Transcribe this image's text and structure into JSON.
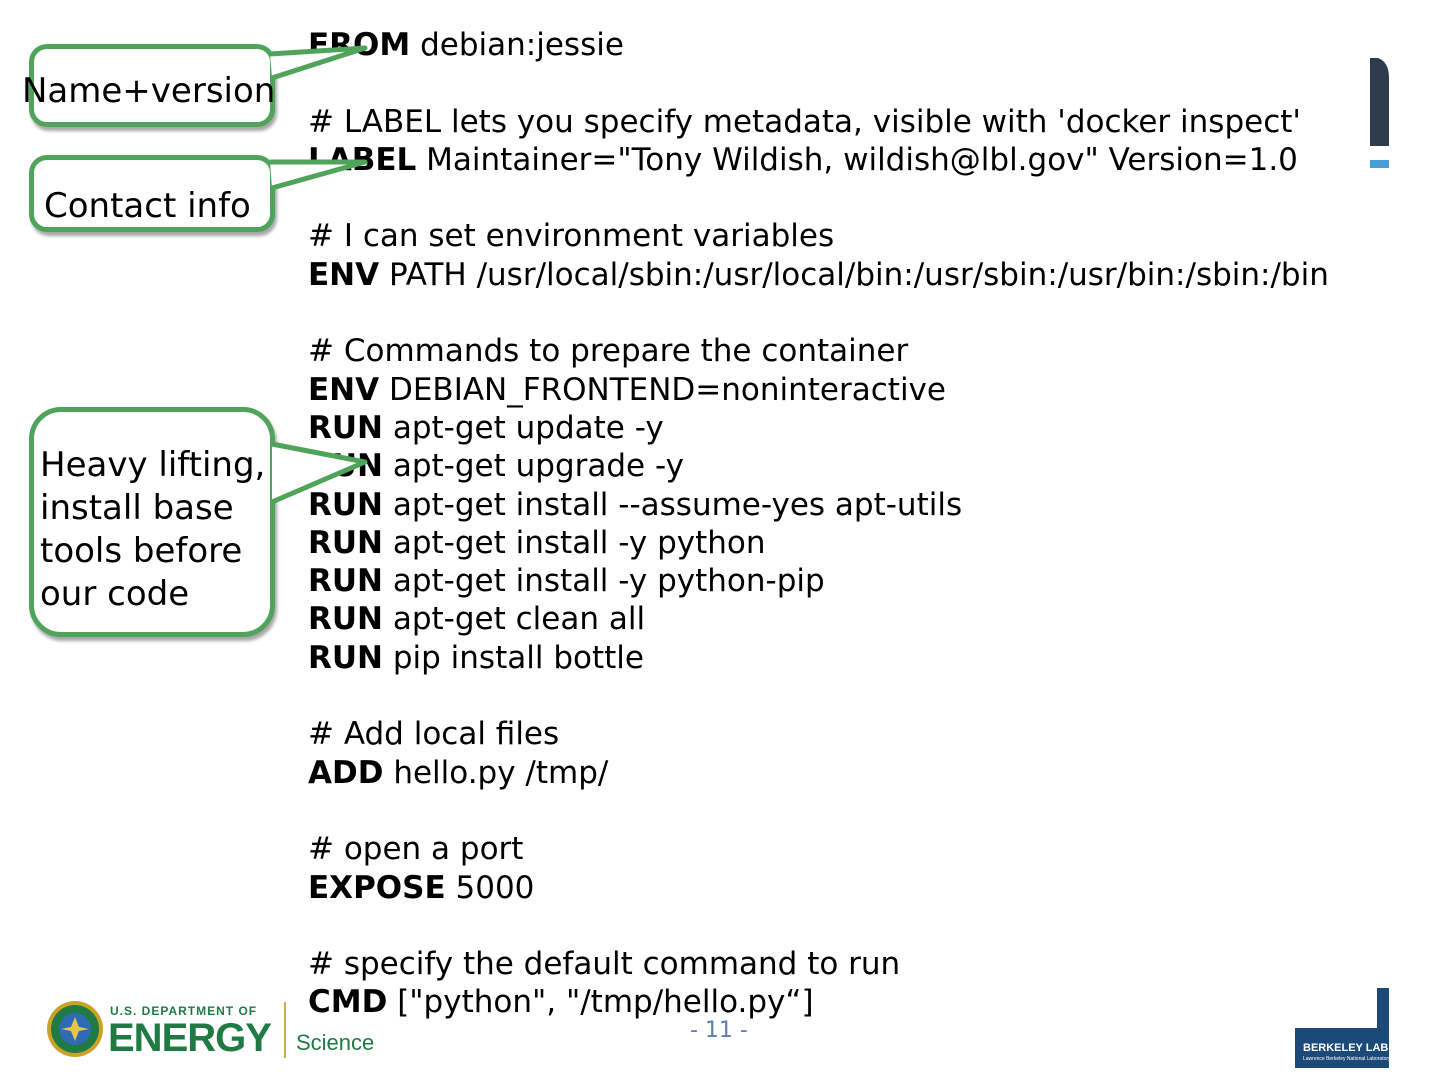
{
  "code_lines": [
    {
      "kw": "FROM",
      "text": " debian:jessie"
    },
    {
      "kw": "",
      "text": ""
    },
    {
      "kw": "",
      "text": "# LABEL lets you specify metadata, visible with 'docker inspect'"
    },
    {
      "kw": "LABEL",
      "text": " Maintainer=\"Tony Wildish, wildish@lbl.gov\" Version=1.0"
    },
    {
      "kw": "",
      "text": ""
    },
    {
      "kw": "",
      "text": "# I can set environment variables"
    },
    {
      "kw": "ENV",
      "text": " PATH /usr/local/sbin:/usr/local/bin:/usr/sbin:/usr/bin:/sbin:/bin"
    },
    {
      "kw": "",
      "text": ""
    },
    {
      "kw": "",
      "text": "# Commands to prepare the container"
    },
    {
      "kw": "ENV",
      "text": " DEBIAN_FRONTEND=noninteractive"
    },
    {
      "kw": "RUN",
      "text": " apt-get update -y"
    },
    {
      "kw": "RUN",
      "text": " apt-get upgrade -y"
    },
    {
      "kw": "RUN",
      "text": " apt-get install --assume-yes apt-utils"
    },
    {
      "kw": "RUN",
      "text": " apt-get install -y python"
    },
    {
      "kw": "RUN",
      "text": " apt-get install -y python-pip"
    },
    {
      "kw": "RUN",
      "text": " apt-get clean all"
    },
    {
      "kw": "RUN",
      "text": " pip install bottle"
    },
    {
      "kw": "",
      "text": ""
    },
    {
      "kw": "",
      "text": "# Add local files"
    },
    {
      "kw": "ADD",
      "text": " hello.py /tmp/"
    },
    {
      "kw": "",
      "text": ""
    },
    {
      "kw": "",
      "text": "# open a port"
    },
    {
      "kw": "EXPOSE",
      "text": " 5000"
    },
    {
      "kw": "",
      "text": ""
    },
    {
      "kw": "",
      "text": "# specify the default command to run"
    },
    {
      "kw": "CMD",
      "text": " [\"python\", \"/tmp/hello.py“]"
    }
  ],
  "callouts": {
    "name_version": "Name+version",
    "contact_info": "Contact info",
    "heavy_lifting": "Heavy lifting,\ninstall base\ntools before\nour code"
  },
  "footer": {
    "page_number": "- 11 -",
    "doe_department": "U.S. DEPARTMENT OF",
    "doe_energy": "ENERGY",
    "doe_science": "Science",
    "berkeley_lab": "BERKELEY LAB",
    "berkeley_sub": "Lawrence Berkeley National Laboratory"
  },
  "colors": {
    "callout_border": "#4fa35a",
    "doe_green": "#1f7a44",
    "berkeley_blue": "#1b4a78"
  }
}
